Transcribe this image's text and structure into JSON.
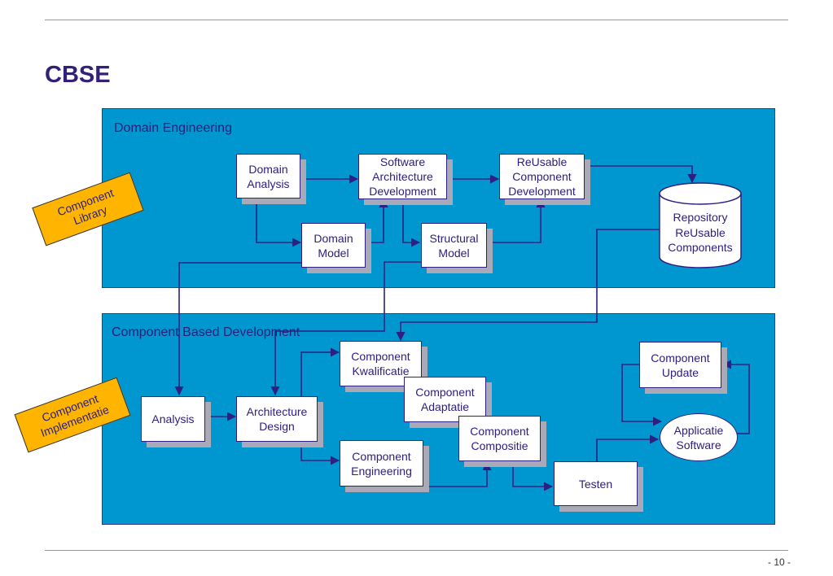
{
  "slide": {
    "title": "CBSE",
    "page_number": "- 10 -"
  },
  "domain_engineering": {
    "title": "Domain Engineering",
    "nodes": {
      "domain_analysis": [
        "Domain",
        "Analysis"
      ],
      "software_architecture": [
        "Software",
        "Architecture",
        "Development"
      ],
      "reusable_component": [
        "ReUsable",
        "Component",
        "Development"
      ],
      "domain_model": [
        "Domain",
        "Model"
      ],
      "structural_model": [
        "Structural",
        "Model"
      ]
    },
    "repository": [
      "Repository",
      "ReUsable",
      "Components"
    ]
  },
  "component_based_development": {
    "title": "Component Based Development",
    "nodes": {
      "analysis": [
        "Analysis"
      ],
      "architecture_design": [
        "Architecture",
        "Design"
      ],
      "component_kwalificatie": [
        "Component",
        "Kwalificatie"
      ],
      "component_adaptatie": [
        "Component",
        "Adaptatie"
      ],
      "component_compositie": [
        "Component",
        "Compositie"
      ],
      "component_engineering": [
        "Component",
        "Engineering"
      ],
      "testen": [
        "Testen"
      ],
      "component_update": [
        "Component",
        "Update"
      ],
      "applicatie_software": [
        "Applicatie",
        "Software"
      ]
    }
  },
  "tags": {
    "component_library": [
      "Component",
      "Library"
    ],
    "component_implementatie": [
      "Component",
      "Implementatie"
    ]
  },
  "colors": {
    "panel": "#0096d0",
    "box_text": "#2d2080",
    "arrow": "#2d2080",
    "tag_fill": "#ffb400",
    "title": "#33207a"
  }
}
